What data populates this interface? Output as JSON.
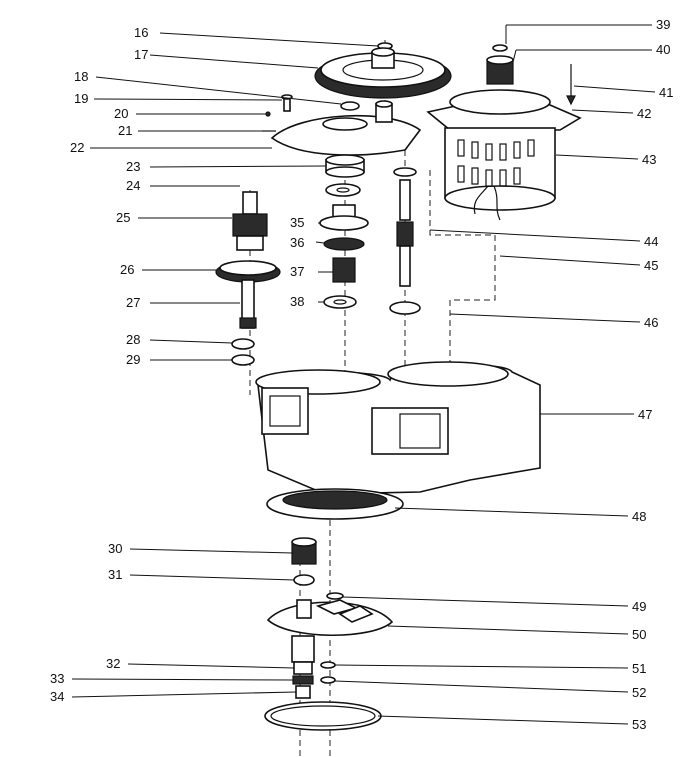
{
  "diagram": {
    "labels_left": [
      "16",
      "17",
      "18",
      "19",
      "20",
      "21",
      "22",
      "23",
      "24",
      "25",
      "26",
      "27",
      "28",
      "29",
      "35",
      "36",
      "37",
      "38",
      "30",
      "31",
      "32",
      "33",
      "34"
    ],
    "labels_right": [
      "39",
      "40",
      "41",
      "42",
      "43",
      "44",
      "45",
      "46",
      "47",
      "48",
      "49",
      "50",
      "51",
      "52",
      "53"
    ]
  }
}
